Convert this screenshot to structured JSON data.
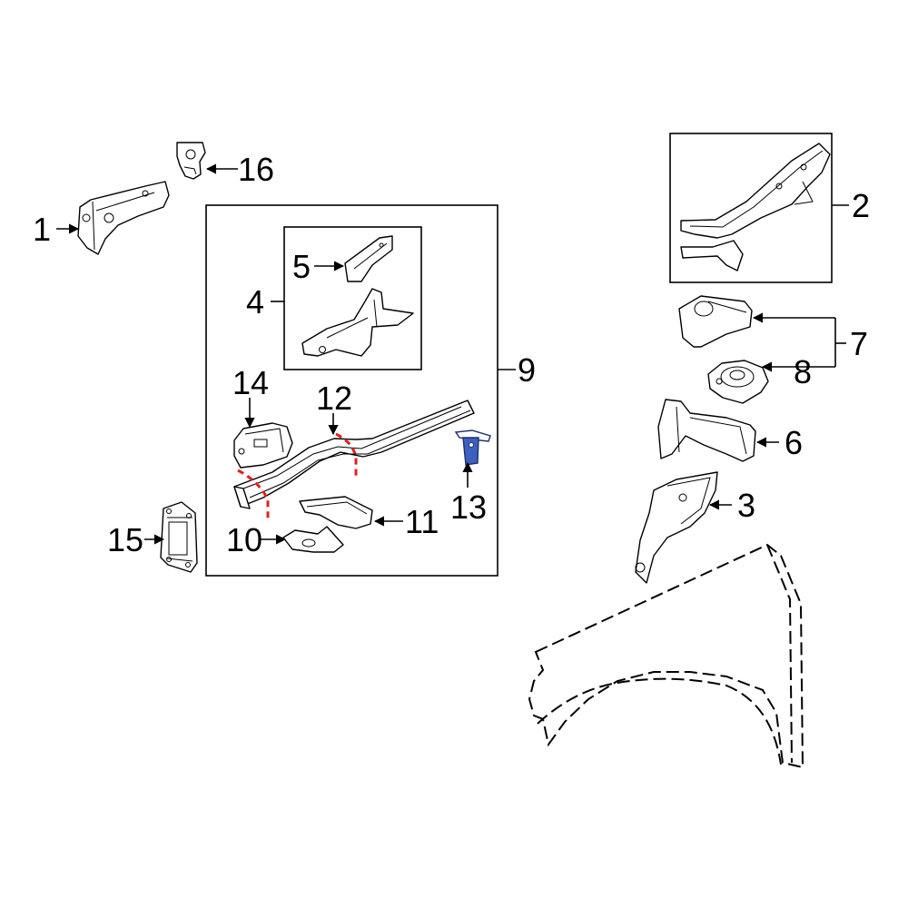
{
  "callouts": {
    "c1": "1",
    "c2": "2",
    "c3": "3",
    "c4": "4",
    "c5": "5",
    "c6": "6",
    "c7": "7",
    "c8": "8",
    "c9": "9",
    "c10": "10",
    "c11": "11",
    "c12": "12",
    "c13": "13",
    "c14": "14",
    "c15": "15",
    "c16": "16"
  },
  "colors": {
    "line": "#000000",
    "cut_marks": "#e0201c",
    "highlight_fill": "#3d5fbf",
    "highlight_stroke": "#1d2f6e"
  },
  "highlighted_part": "13"
}
